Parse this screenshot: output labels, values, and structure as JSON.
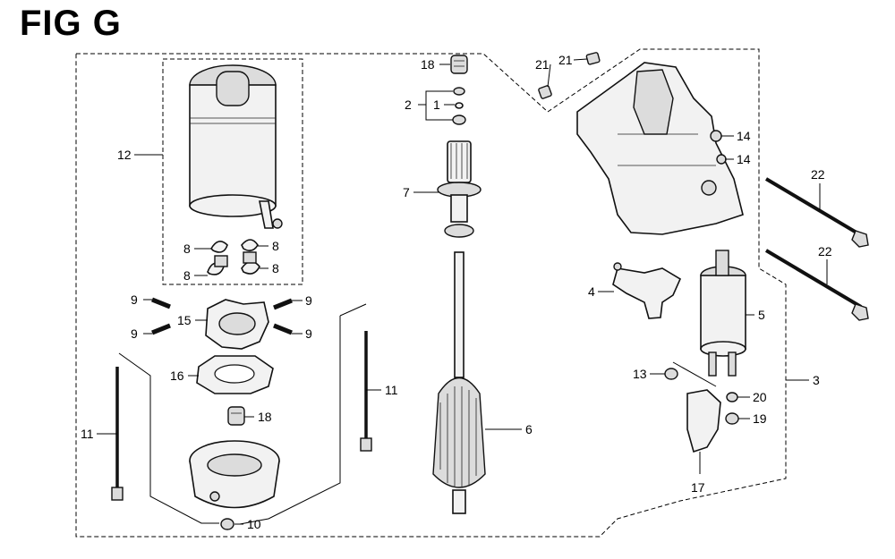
{
  "title": "FIG G",
  "callouts": [
    {
      "key": "c18a",
      "text": "18"
    },
    {
      "key": "c21a",
      "text": "21"
    },
    {
      "key": "c21b",
      "text": "21"
    },
    {
      "key": "c2",
      "text": "2"
    },
    {
      "key": "c1",
      "text": "1"
    },
    {
      "key": "c12",
      "text": "12"
    },
    {
      "key": "c14a",
      "text": "14"
    },
    {
      "key": "c14b",
      "text": "14"
    },
    {
      "key": "c22a",
      "text": "22"
    },
    {
      "key": "c22b",
      "text": "22"
    },
    {
      "key": "c7",
      "text": "7"
    },
    {
      "key": "c8a",
      "text": "8"
    },
    {
      "key": "c8b",
      "text": "8"
    },
    {
      "key": "c8c",
      "text": "8"
    },
    {
      "key": "c8d",
      "text": "8"
    },
    {
      "key": "c4",
      "text": "4"
    },
    {
      "key": "c9a",
      "text": "9"
    },
    {
      "key": "c9b",
      "text": "9"
    },
    {
      "key": "c9c",
      "text": "9"
    },
    {
      "key": "c9d",
      "text": "9"
    },
    {
      "key": "c15",
      "text": "15"
    },
    {
      "key": "c5",
      "text": "5"
    },
    {
      "key": "c16",
      "text": "16"
    },
    {
      "key": "c11a",
      "text": "11"
    },
    {
      "key": "c11b",
      "text": "11"
    },
    {
      "key": "c13",
      "text": "13"
    },
    {
      "key": "c3",
      "text": "3"
    },
    {
      "key": "c20",
      "text": "20"
    },
    {
      "key": "c18b",
      "text": "18"
    },
    {
      "key": "c19",
      "text": "19"
    },
    {
      "key": "c6",
      "text": "6"
    },
    {
      "key": "c17",
      "text": "17"
    },
    {
      "key": "c10",
      "text": "10"
    }
  ]
}
